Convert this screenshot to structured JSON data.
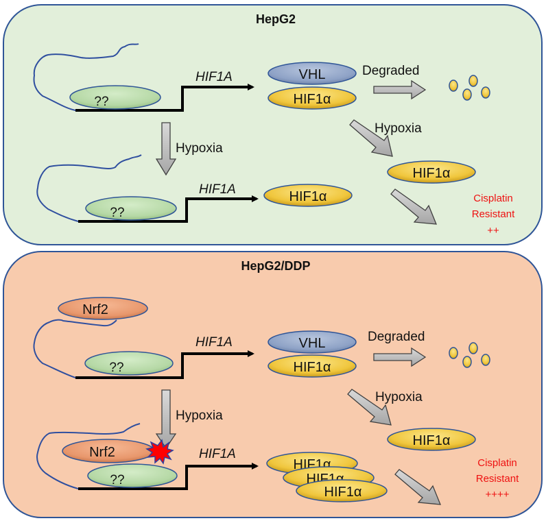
{
  "colors": {
    "panel_top_fill": "#e2efda",
    "panel_bottom_fill": "#f8cbad",
    "panel_border": "#2f5597",
    "dna_line": "#2f4f9f",
    "hif_fill": "#f2cc4a",
    "vhl_fill": "#8ea2c6",
    "unknown_fill": "#b8dbaa",
    "nrf2_fill": "#e8976c",
    "arrow_fill": "#bfbfbf",
    "resistant_text": "#ee1111",
    "burst_fill": "#ff0000"
  },
  "panels": [
    {
      "id": "hepg2",
      "title": "HepG2",
      "gene_label_1": "HIF1A",
      "gene_label_2": "HIF1A",
      "unknown_label_1": "??",
      "unknown_label_2": "??",
      "vhl_label": "VHL",
      "hif_label_complex": "HIF1α",
      "hif_label_free": "HIF1α",
      "hif_label_expr": "HIF1α",
      "degraded_label": "Degraded",
      "hypoxia_down_label": "Hypoxia",
      "hypoxia_diag_label": "Hypoxia",
      "resistance": [
        "Cisplatin",
        "Resistant",
        "++"
      ]
    },
    {
      "id": "hepg2-ddp",
      "title": "HepG2/DDP",
      "gene_label_1": "HIF1A",
      "gene_label_2": "HIF1A",
      "unknown_label_1": "??",
      "unknown_label_2": "??",
      "nrf2_label_1": "Nrf2",
      "nrf2_label_2": "Nrf2",
      "vhl_label": "VHL",
      "hif_label_complex": "HIF1α",
      "hif_label_free": "HIF1α",
      "hif_stack_labels": [
        "HIF1α",
        "HIF1α",
        "HIF1α"
      ],
      "degraded_label": "Degraded",
      "hypoxia_down_label": "Hypoxia",
      "hypoxia_diag_label": "Hypoxia",
      "resistance": [
        "Cisplatin",
        "Resistant",
        "++++"
      ]
    }
  ]
}
